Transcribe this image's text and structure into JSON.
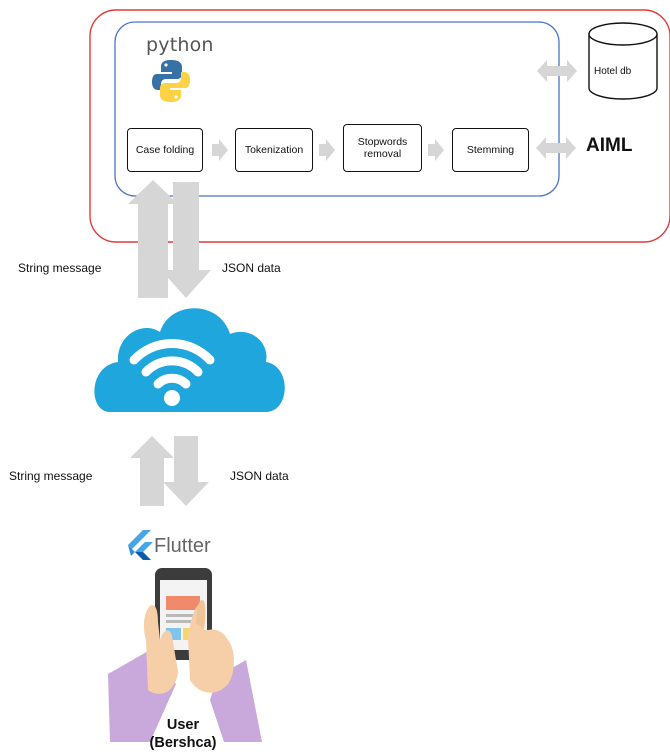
{
  "python_label": "python",
  "flutter_label": "Flutter",
  "pipeline": [
    {
      "label": "Case folding"
    },
    {
      "label": "Tokenization"
    },
    {
      "label": "Stopwords\nremoval"
    },
    {
      "label": "Stemming"
    }
  ],
  "database": {
    "label": "Hotel db"
  },
  "aiml_label": "AIML",
  "upper_link": {
    "left": "String message",
    "right": "JSON data"
  },
  "lower_link": {
    "left": "String message",
    "right": "JSON data"
  },
  "user": {
    "line1": "User",
    "line2": "(Bershca)"
  },
  "colors": {
    "outer_border": "#e23b3b",
    "inner_border": "#4a74c9",
    "arrow": "#d6d6d6",
    "cloud": "#1fa6dc",
    "python_blue": "#3771a5",
    "python_yellow": "#fdd245",
    "flutter_blue": "#45a5e8",
    "sleeve": "#c9a8dc",
    "skin": "#f6cfa8"
  }
}
